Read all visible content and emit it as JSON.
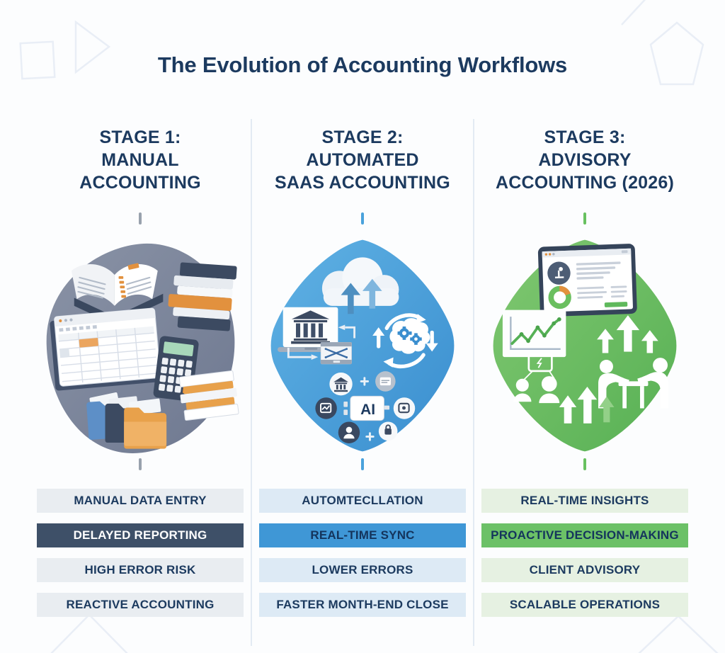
{
  "title": "The Evolution of Accounting Workflows",
  "colors": {
    "text": "#1c3a5f",
    "background": "#fcfdfe",
    "divider": "#e3ebf3",
    "decoration_outline": "#e9eef6"
  },
  "stages": [
    {
      "name": "Stage 1",
      "header_lines": [
        "STAGE 1:",
        "MANUAL",
        "ACCOUNTING"
      ],
      "theme_color": "#98a1ad",
      "blob_colors": [
        "#8a93a6",
        "#6e7890"
      ],
      "item_bg": "#e9edf1",
      "highlight_bg": "#3e5068",
      "highlight_text": "#ffffff",
      "items": [
        {
          "label": "MANUAL DATA ENTRY",
          "highlighted": false
        },
        {
          "label": "DELAYED REPORTING",
          "highlighted": true
        },
        {
          "label": "HIGH ERROR RISK",
          "highlighted": false
        },
        {
          "label": "REACTIVE ACCOUNTING",
          "highlighted": false
        }
      ],
      "icons": [
        "open-ledger-book",
        "book-stack",
        "spreadsheet-window",
        "calculator",
        "file-folders",
        "paper-stack"
      ]
    },
    {
      "name": "Stage 2",
      "header_lines": [
        "STAGE 2:",
        "AUTOMATED",
        "SAAS ACCOUNTING"
      ],
      "theme_color": "#4aa2dc",
      "blob_colors": [
        "#60b2e4",
        "#3a8ecf"
      ],
      "item_bg": "#ddeaf5",
      "highlight_bg": "#3f97d6",
      "highlight_text": "#14345c",
      "ai_label": "AI",
      "items": [
        {
          "label": "AUTOMTECLLATION",
          "highlighted": false
        },
        {
          "label": "REAL-TIME SYNC",
          "highlighted": true
        },
        {
          "label": "LOWER ERRORS",
          "highlighted": false
        },
        {
          "label": "FASTER MONTH-END CLOSE",
          "highlighted": false
        }
      ],
      "icons": [
        "cloud-upload",
        "bank-laptop",
        "sync-window",
        "ai-brain",
        "ai-network"
      ]
    },
    {
      "name": "Stage 3",
      "header_lines": [
        "STAGE 3:",
        "ADVISORY",
        "ACCOUNTING (2026)"
      ],
      "theme_color": "#68c160",
      "blob_colors": [
        "#80c871",
        "#57b054"
      ],
      "item_bg": "#e6f1e2",
      "highlight_bg": "#6cc167",
      "highlight_text": "#14345c",
      "items": [
        {
          "label": "REAL-TIME INSIGHTS",
          "highlighted": false
        },
        {
          "label": "PROACTIVE DECISION-MAKING",
          "highlighted": true
        },
        {
          "label": "CLIENT ADVISORY",
          "highlighted": false
        },
        {
          "label": "SCALABLE OPERATIONS",
          "highlighted": false
        }
      ],
      "icons": [
        "dashboard-tablet",
        "line-chart",
        "client-call",
        "advisory-meeting",
        "growth-arrows"
      ]
    }
  ]
}
